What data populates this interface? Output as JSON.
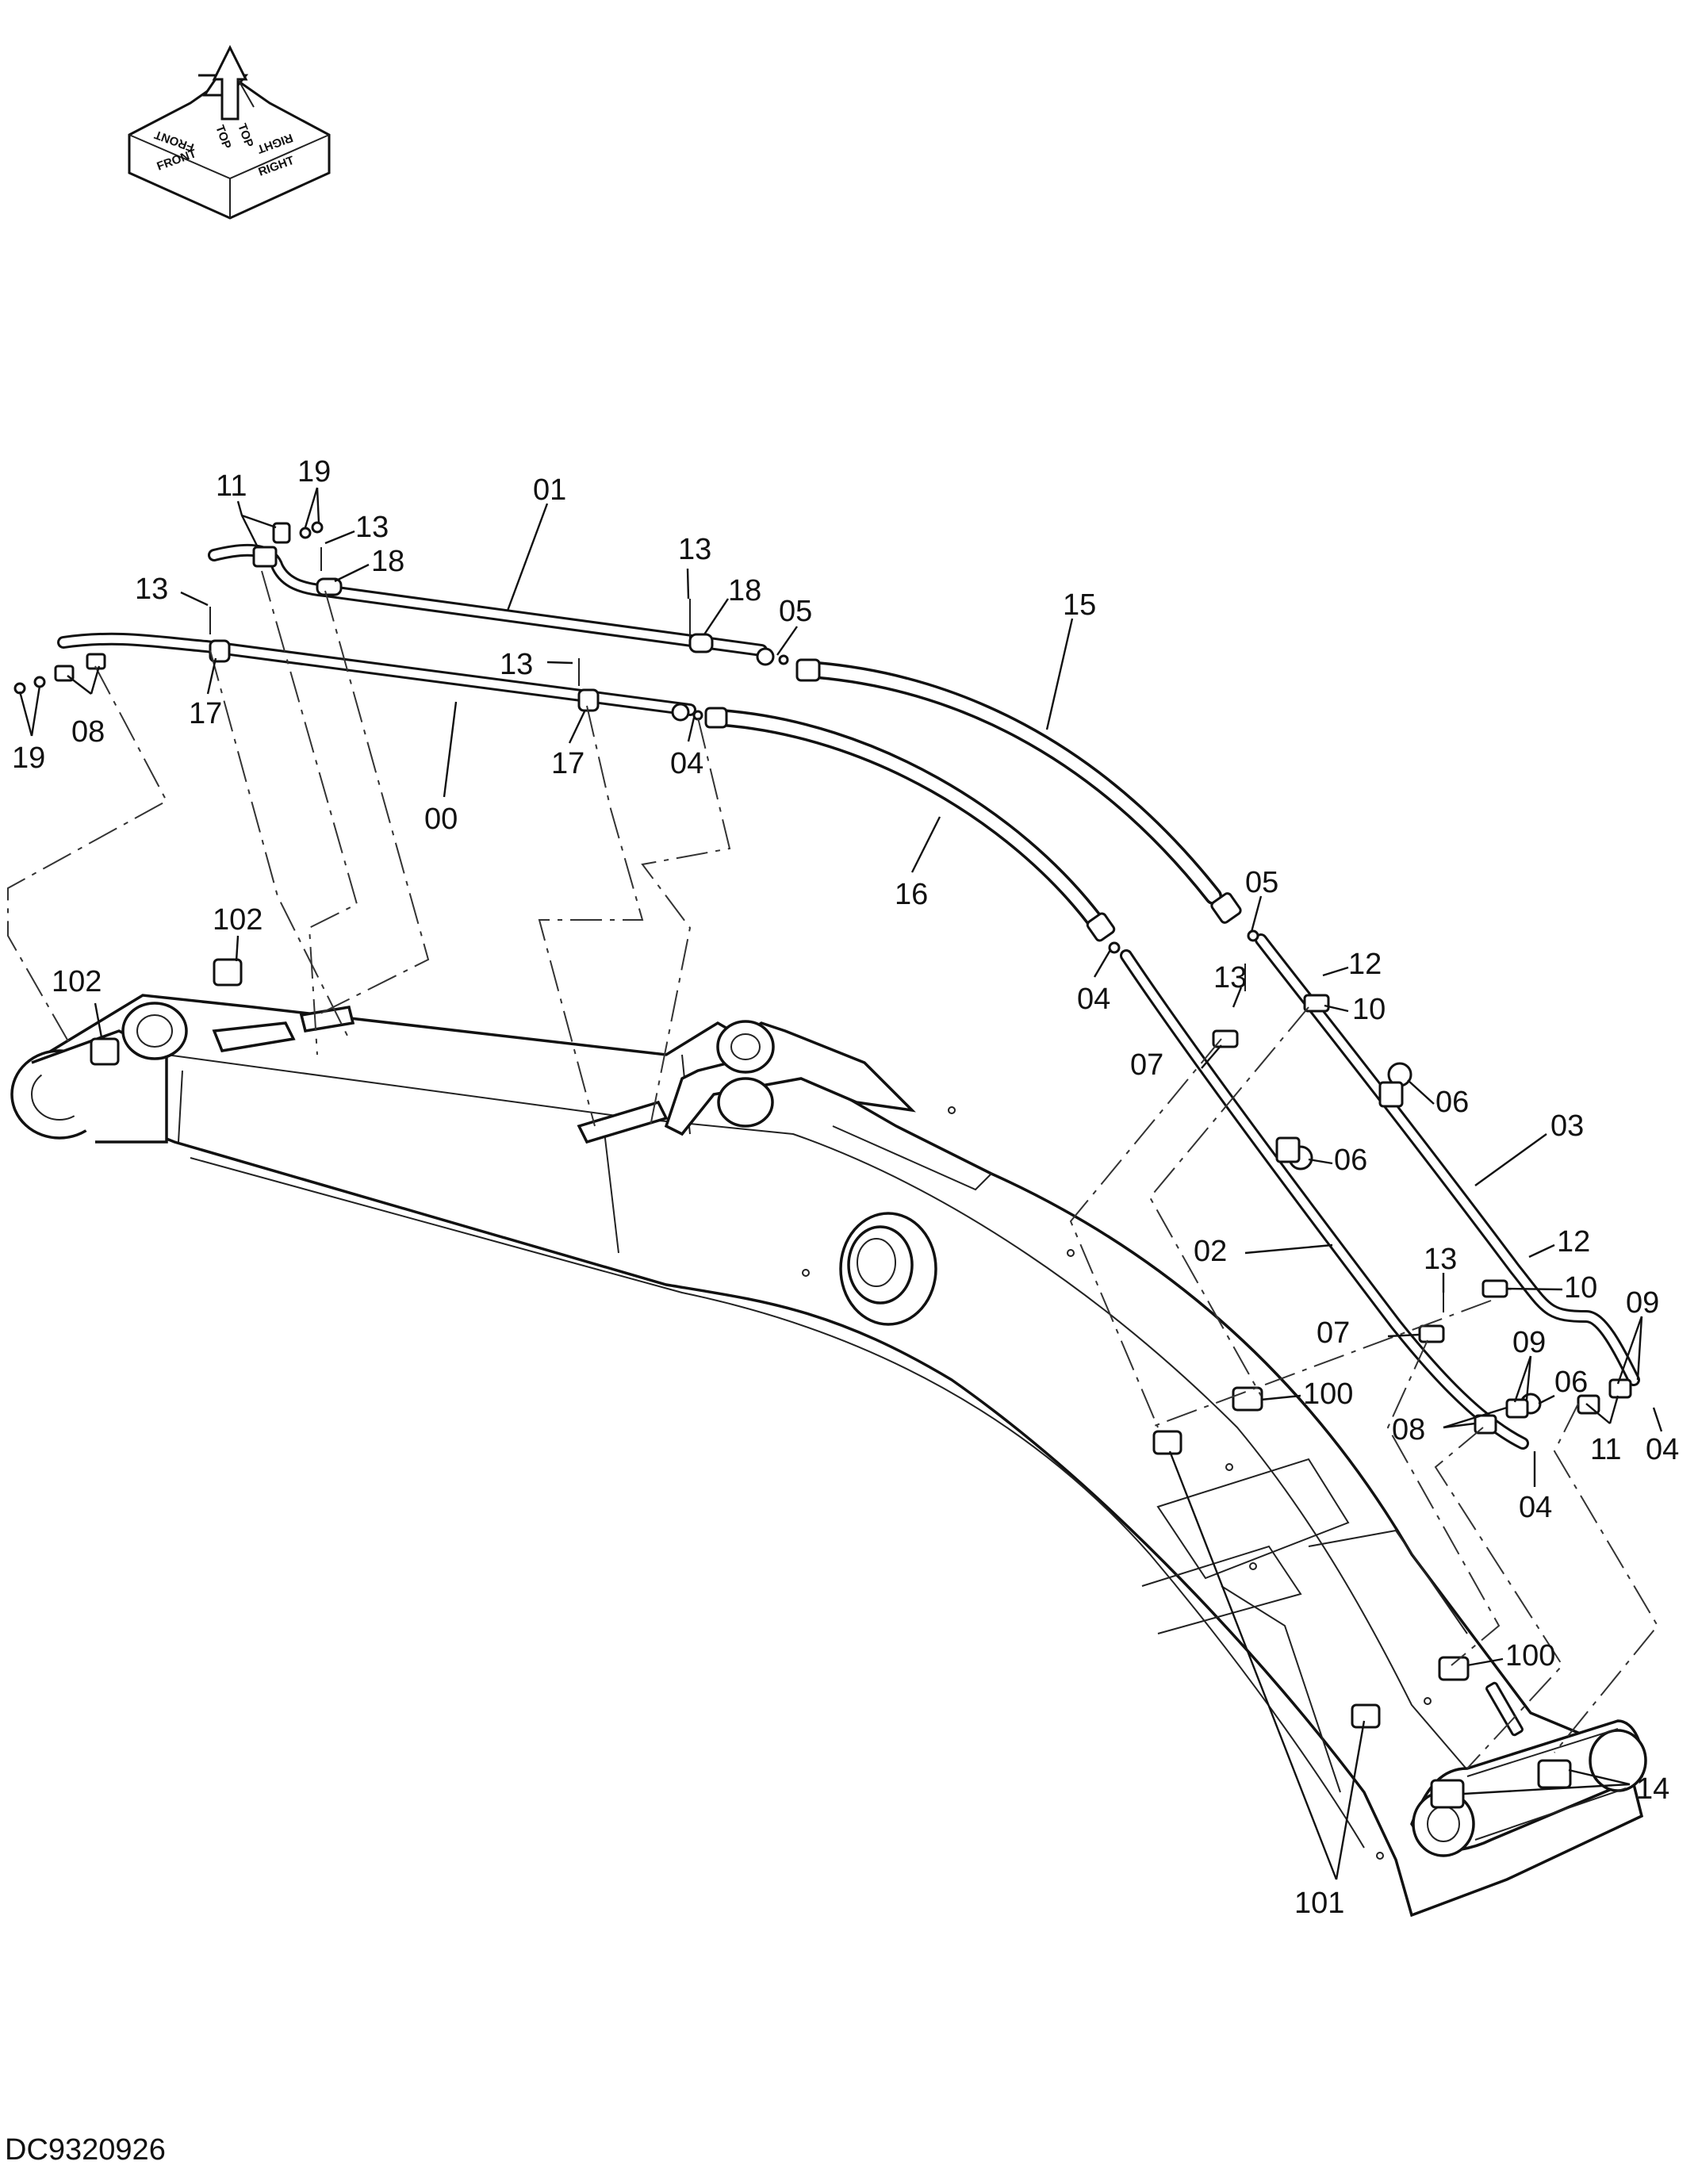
{
  "drawing_code": "DC9320926",
  "orientation_labels": [
    "FRONT",
    "TOP",
    "TOP",
    "RIGHT",
    "FRONT",
    "RIGHT"
  ],
  "part_labels": {
    "p00": "00",
    "p01": "01",
    "p02": "02",
    "p03": "03",
    "p04a": "04",
    "p04b": "04",
    "p04c": "04",
    "p04d": "04",
    "p05a": "05",
    "p05b": "05",
    "p06a": "06",
    "p06b": "06",
    "p06c": "06",
    "p07a": "07",
    "p07b": "07",
    "p08a": "08",
    "p08b": "08",
    "p09a": "09",
    "p09b": "09",
    "p10a": "10",
    "p10b": "10",
    "p11a": "11",
    "p11b": "11",
    "p12a": "12",
    "p12b": "12",
    "p13a": "13",
    "p13b": "13",
    "p13c": "13",
    "p13d": "13",
    "p13e": "13",
    "p13f": "13",
    "p14": "14",
    "p15": "15",
    "p16": "16",
    "p17a": "17",
    "p17b": "17",
    "p18a": "18",
    "p18b": "18",
    "p19a": "19",
    "p19b": "19",
    "p100a": "100",
    "p100b": "100",
    "p101": "101",
    "p102a": "102",
    "p102b": "102"
  }
}
